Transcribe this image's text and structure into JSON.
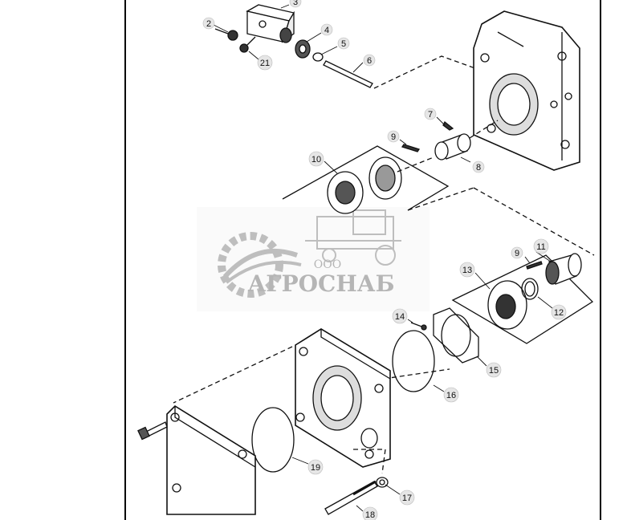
{
  "colors": {
    "line": "#111111",
    "callout_fill": "#e6e6e6",
    "watermark": "#9a9a9a",
    "background": "#ffffff"
  },
  "callouts": [
    "2",
    "3",
    "4",
    "5",
    "6",
    "21",
    "7",
    "8",
    "9",
    "10",
    "11",
    "9",
    "12",
    "13",
    "14",
    "15",
    "16",
    "17",
    "18",
    "19"
  ],
  "watermark": {
    "small": "ООО",
    "brand": "АГРОСНАБ"
  }
}
